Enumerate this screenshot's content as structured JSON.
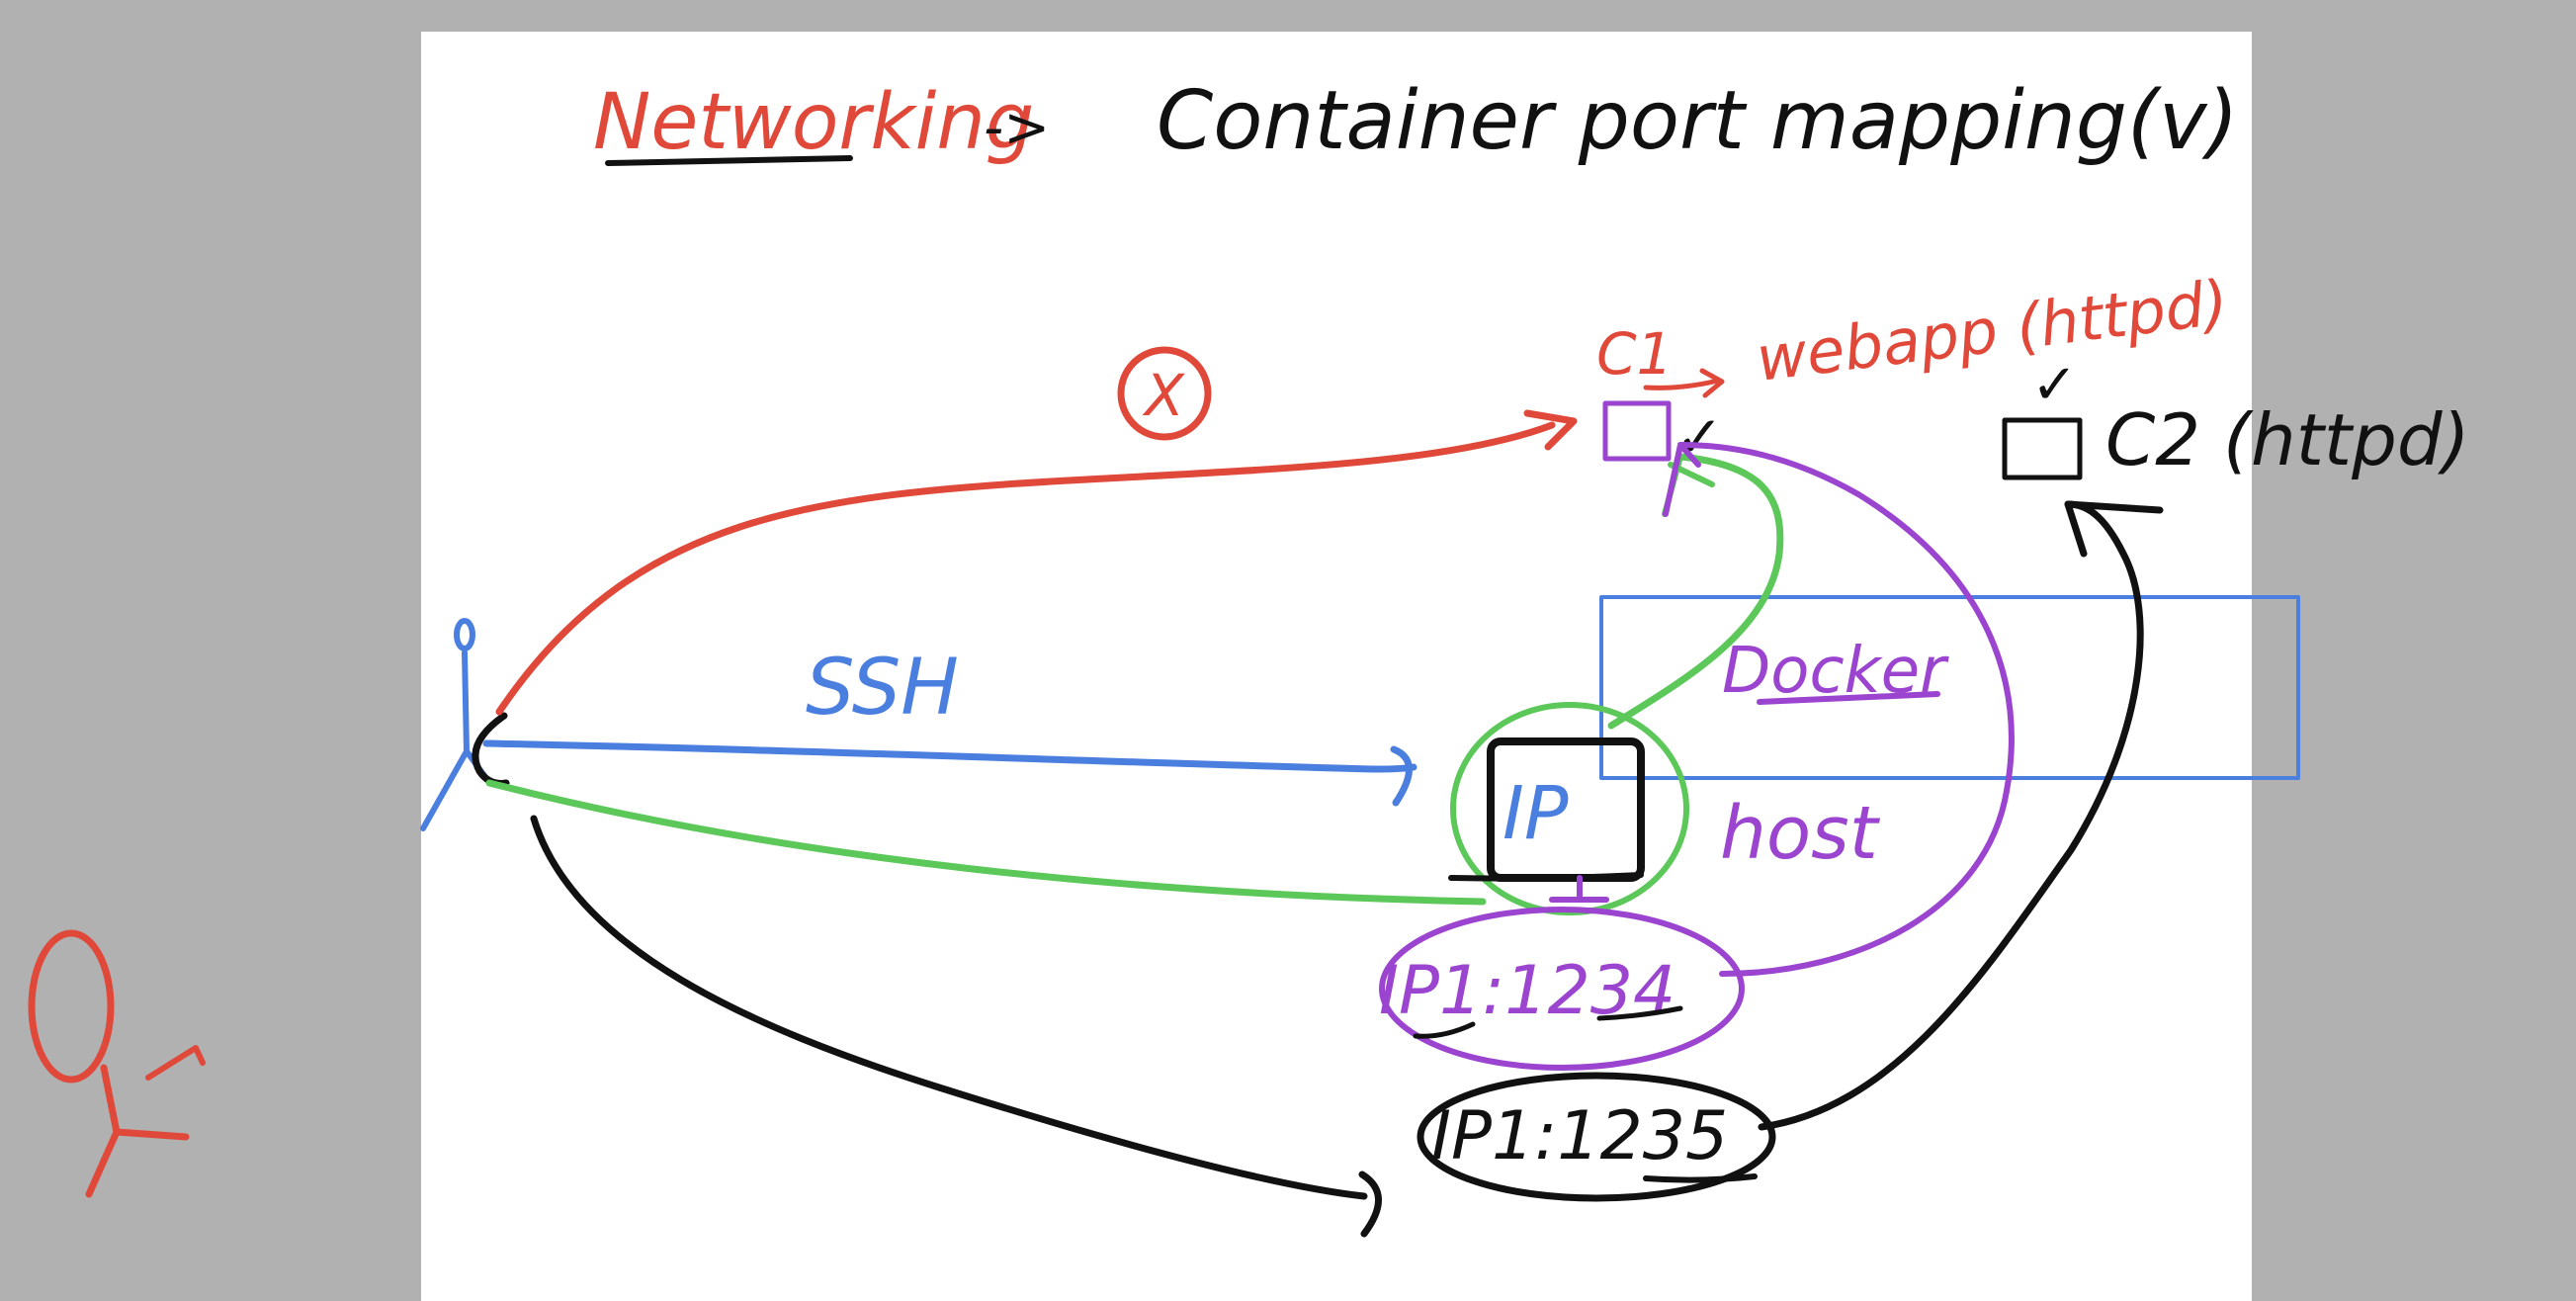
{
  "colors": {
    "background": "#b1b1b1",
    "canvas": "#ffffff",
    "red": "#e0483a",
    "black": "#111111",
    "blue": "#4a7fe0",
    "green": "#5cc85a",
    "purple": "#9a44cf"
  },
  "title": {
    "topic": "Networking",
    "arrow": "->",
    "subtitle": "Container port mapping(v)"
  },
  "labels": {
    "blocked_mark": "X",
    "c1_label": "C1",
    "c1_app": "webapp (httpd)",
    "c1_check": "✓",
    "c2_check": "✓",
    "c2_label": "C2 (httpd)",
    "ssh": "SSH",
    "host_ip": "IP",
    "host": "host",
    "docker": "Docker",
    "port_1234": "IP1:1234",
    "port_1235": "IP1:1235"
  },
  "icons": {
    "user": "person-stick-figure-icon",
    "side_user": "person-stick-figure-icon",
    "container": "container-box-icon",
    "host_machine": "host-machine-icon"
  }
}
